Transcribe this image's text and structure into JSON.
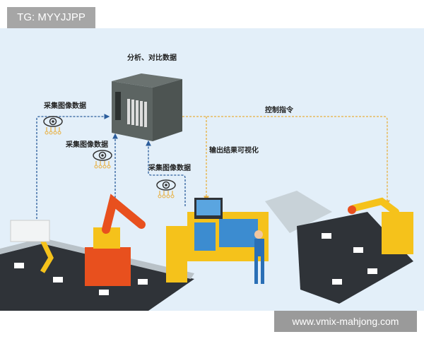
{
  "watermark_top": "TG: MYYJJPP",
  "watermark_bottom": "www.vmix-mahjong.com",
  "labels": {
    "analyze": "分析、对比数据",
    "capture_1": "采集图像数据",
    "capture_2": "采集图像数据",
    "capture_3": "采集图像数据",
    "control": "控制指令",
    "output": "输出结果可视化"
  },
  "colors": {
    "background": "#e3eff9",
    "data_flow": "#2b5d9c",
    "control_flow": "#e8b040",
    "machine_yellow": "#f5c21b",
    "robot_orange": "#e8501e",
    "conveyor": "#2f3338"
  },
  "icons": [
    "eye-camera-icon",
    "industrial-computer",
    "robot-arm",
    "conveyor-belt",
    "inspection-station",
    "operator"
  ]
}
